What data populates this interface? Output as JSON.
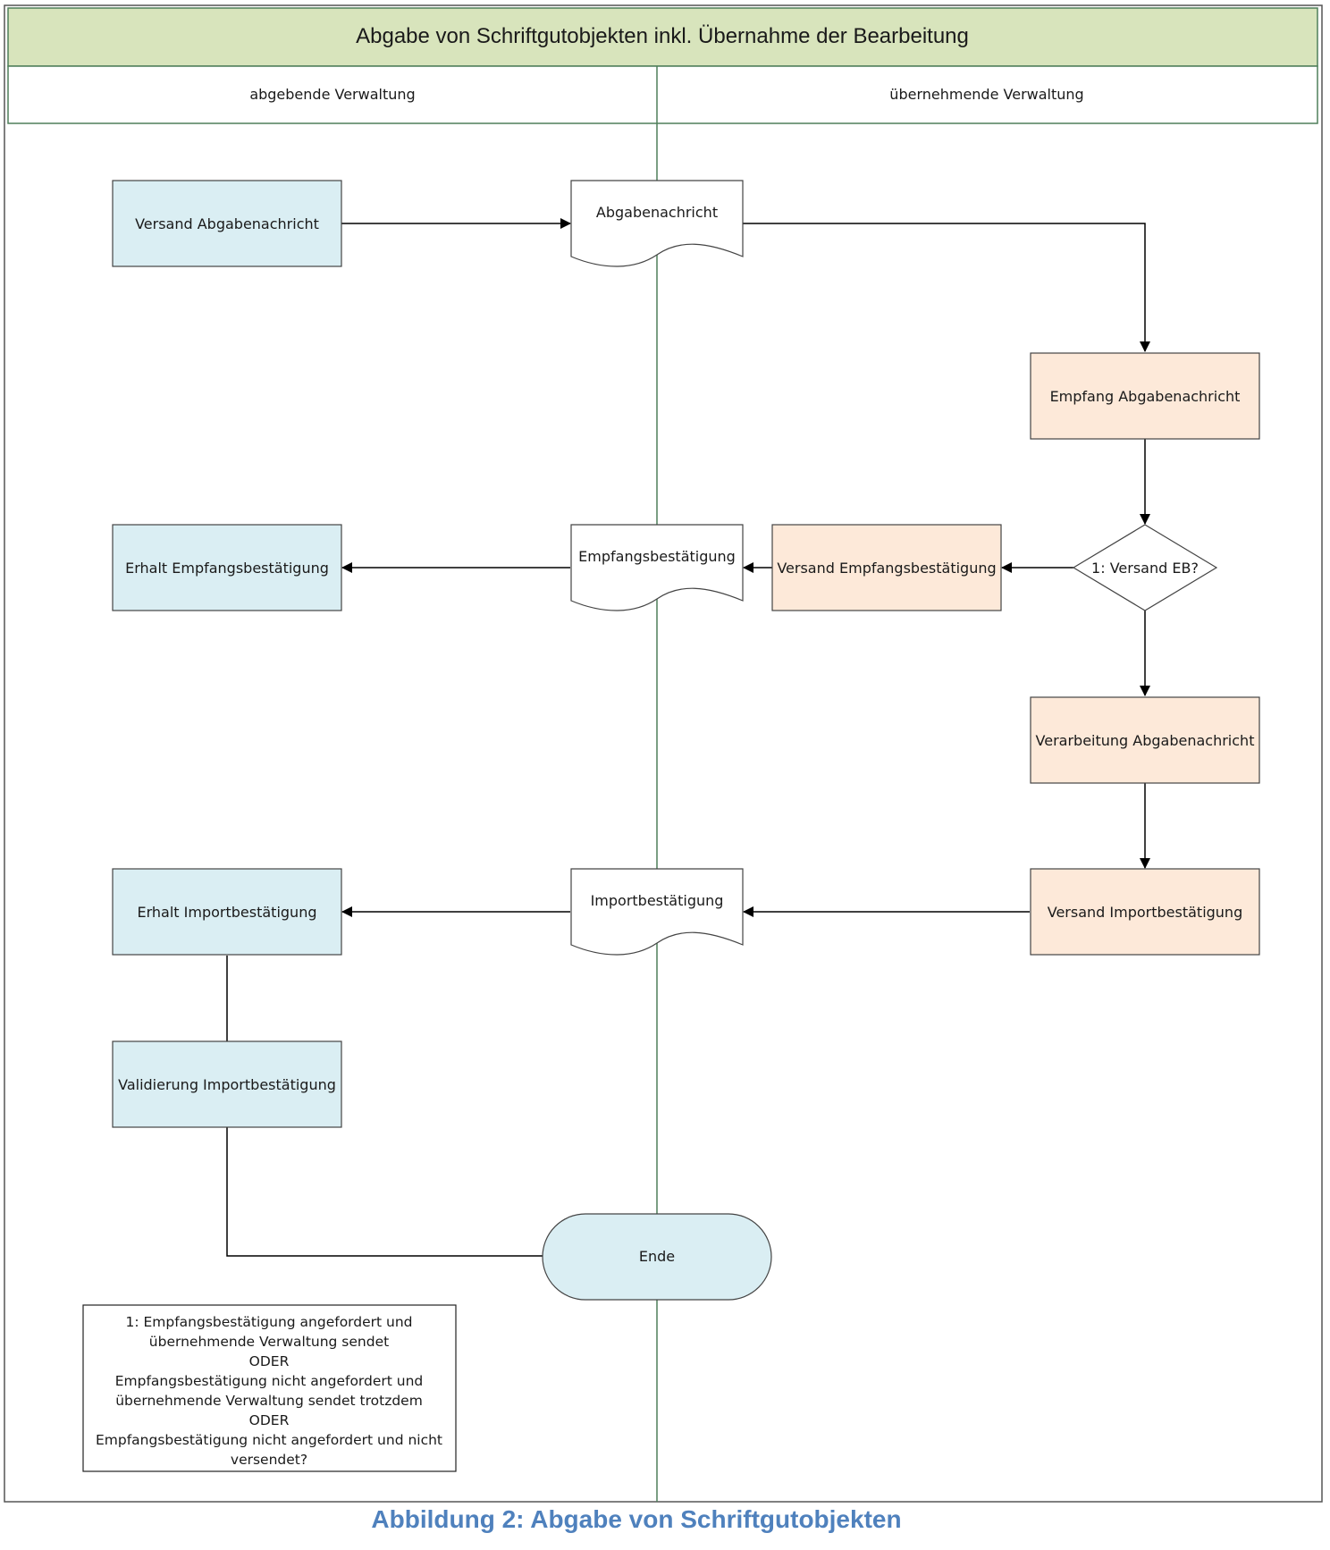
{
  "title": "Abgabe von Schriftgutobjekten inkl. Übernahme der Bearbeitung",
  "lanes": {
    "left": "abgebende Verwaltung",
    "right": "übernehmende Verwaltung"
  },
  "nodes": {
    "versand_abgabenachricht": "Versand Abgabenachricht",
    "doc_abgabenachricht": "Abgabenachricht",
    "empfang_abgabenachricht": "Empfang Abgabenachricht",
    "decision_versand_eb": "1: Versand EB?",
    "versand_empfangsbestaetigung": "Versand Empfangsbestätigung",
    "doc_empfangsbestaetigung": "Empfangsbestätigung",
    "erhalt_empfangsbestaetigung": "Erhalt Empfangsbestätigung",
    "verarbeitung_abgabenachricht": "Verarbeitung Abgabenachricht",
    "versand_importbestaetigung": "Versand Importbestätigung",
    "doc_importbestaetigung": "Importbestätigung",
    "erhalt_importbestaetigung": "Erhalt Importbestätigung",
    "validierung_importbestaetigung": "Validierung Importbestätigung",
    "ende": "Ende"
  },
  "note": {
    "lines": [
      "1: Empfangsbestätigung angefordert und",
      "übernehmende Verwaltung sendet",
      "ODER",
      "Empfangsbestätigung nicht angefordert und",
      "übernehmende Verwaltung sendet trotzdem",
      "ODER",
      "Empfangsbestätigung nicht angefordert und nicht",
      "versendet?"
    ]
  },
  "caption": "Abbildung 2: Abgabe von Schriftgutobjekten",
  "colors": {
    "header_fill": "#d8e4bc",
    "border_green": "#4f7f5a",
    "left_lane_fill": "#daeef3",
    "right_lane_fill": "#fde9d9",
    "caption": "#4f81bd"
  }
}
